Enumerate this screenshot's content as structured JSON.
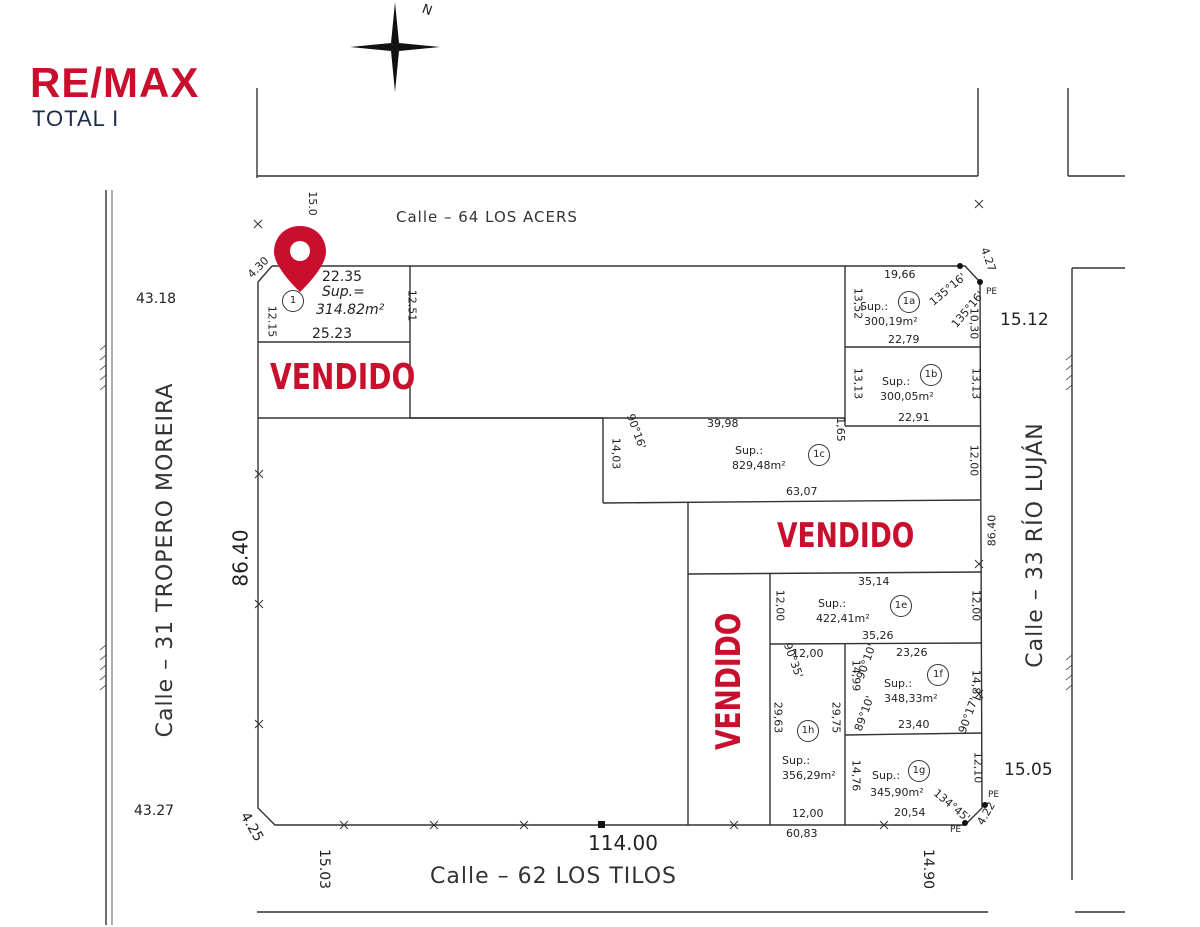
{
  "brand": {
    "name": "RE/MAX",
    "office": "TOTAL I"
  },
  "compass": {
    "north_label": "N"
  },
  "streets": {
    "north": "Calle  –  64  LOS  ACERS",
    "south": "Calle  –  62  LOS  TILOS",
    "west": "Calle  –  31  TROPERO  MOREIRA",
    "east": "Calle  –  33  RÍO  LUJÁN"
  },
  "sold_label": "VENDIDO",
  "lots": {
    "lot1": {
      "id": "1",
      "sup_label": "Sup.=",
      "area": "314.82m²",
      "top": "22.35",
      "bottom": "25.23",
      "right": "12.51",
      "left": "12.15",
      "corner": "4.30",
      "north_side": "15.0"
    },
    "lot1a": {
      "id": "1a",
      "sup_label": "Sup.:",
      "area": "300,19m²",
      "top": "19,66",
      "bottom": "22,79",
      "left": "13,52",
      "right": "10,30",
      "angle1": "135°16'",
      "angle2": "135°16'"
    },
    "lot1b": {
      "id": "1b",
      "sup_label": "Sup.:",
      "area": "300,05m²",
      "bottom": "22,91",
      "left": "13,13",
      "right": "13,13"
    },
    "lot1c": {
      "id": "1c",
      "sup_label": "Sup.:",
      "area": "829,48m²",
      "top": "39,98",
      "bottom": "63,07",
      "left": "14,03",
      "right": "12,00",
      "step": "1,65",
      "angle": "90°16'"
    },
    "lot1e": {
      "id": "1e",
      "sup_label": "Sup.:",
      "area": "422,41m²",
      "top": "35,14",
      "bottom": "35,26",
      "left": "12,00",
      "right": "12,00"
    },
    "lot1f": {
      "id": "1f",
      "sup_label": "Sup.:",
      "area": "348,33m²",
      "top": "23,26",
      "bottom": "23,40",
      "left": "14,99",
      "right": "14,87",
      "angle1": "90°10'",
      "angle2": "89°10'",
      "angle3": "90°17'"
    },
    "lot1g": {
      "id": "1g",
      "sup_label": "Sup.:",
      "area": "345,90m²",
      "top": "",
      "bottom": "20,54",
      "left": "14,76",
      "right": "12,10",
      "angle": "134°45'"
    },
    "lot1h": {
      "id": "1h",
      "sup_label": "Sup.:",
      "area": "356,29m²",
      "top": "12,00",
      "bottom": "12,00",
      "left": "29,63",
      "right": "29,75",
      "angle": "90°35'"
    }
  },
  "dimensions": {
    "west_total": "86.40",
    "east_total": "86.40",
    "south_total": "114.00",
    "south_partial": "60,83",
    "nw_corner": "43.18",
    "sw_corner": "43.27",
    "ne_corner": "15.12",
    "se_corner": "15.05",
    "sw_chamfer": "4.25",
    "se_chamfer": "4.22",
    "ne_chamfer": "4.27",
    "south_left": "15.03",
    "south_right": "14.90"
  },
  "markers": {
    "pe": "PE"
  },
  "colors": {
    "sold": "#c8102e",
    "brand_red": "#c8102e",
    "brand_navy": "#1a2b4b",
    "pin": "#c8102e",
    "line": "#333333"
  }
}
